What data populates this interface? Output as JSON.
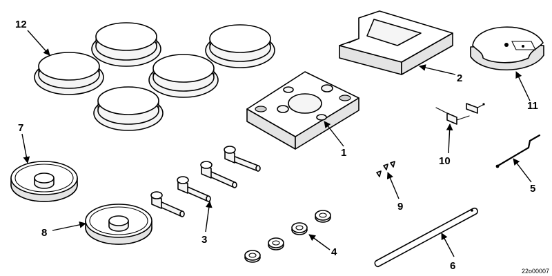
{
  "figure": {
    "code": "22o00007"
  },
  "callouts": {
    "c1": "1",
    "c2": "2",
    "c3": "3",
    "c4": "4",
    "c5": "5",
    "c6": "6",
    "c7": "7",
    "c8": "8",
    "c9": "9",
    "c10": "10",
    "c11": "11",
    "c12": "12"
  },
  "colors": {
    "line": "#000000",
    "part_fill": "#f5f5f5",
    "background": "#ffffff"
  }
}
